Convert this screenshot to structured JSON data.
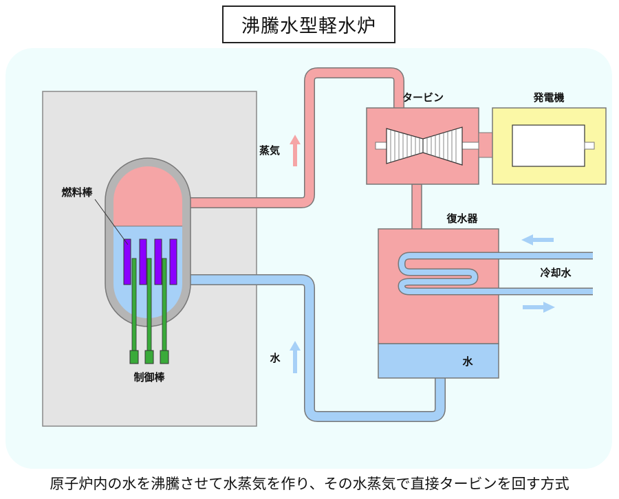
{
  "title": "沸騰水型軽水炉",
  "labels": {
    "turbine": "タービン",
    "generator": "発電機",
    "condenser": "復水器",
    "fuel_rods": "燃料棒",
    "control_rods": "制御棒",
    "steam": "蒸気",
    "water_flow": "水",
    "cooling_water": "冷却水",
    "condenser_water": "水"
  },
  "caption": "原子炉内の水を沸騰させて水蒸気を作り、その水蒸気で直接タービンを回す方式",
  "colors": {
    "steam": "#f5a5a6",
    "water": "#a6d0f7",
    "building": "#e4e4e4",
    "generator": "#fbf8a6",
    "fuel_rod": "#8b00ff",
    "control_rod": "#3aaa3a",
    "background": "#effdfd"
  }
}
